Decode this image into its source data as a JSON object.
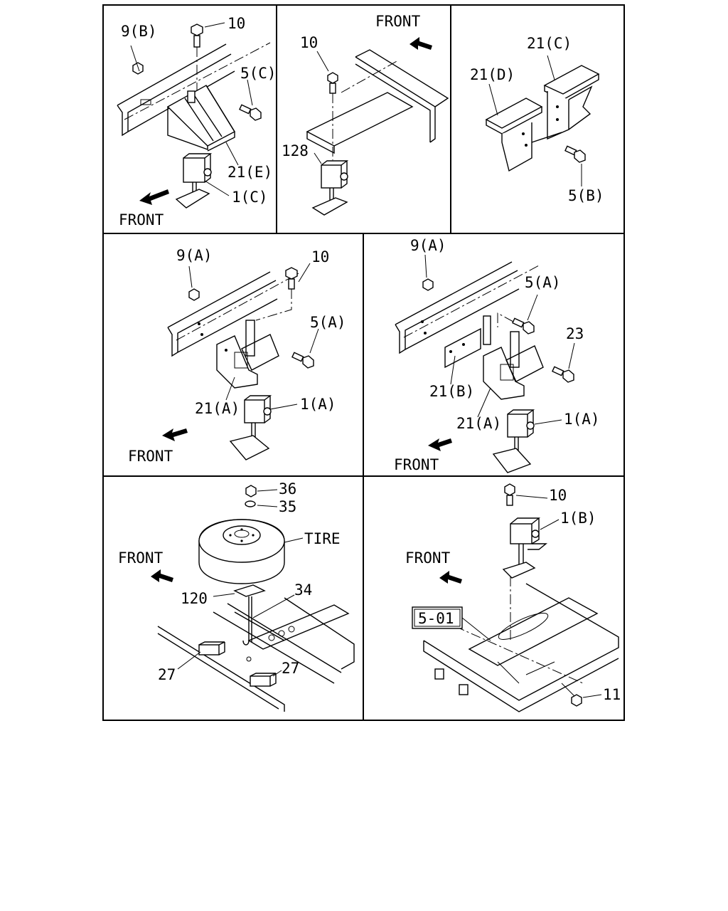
{
  "panels": {
    "p1": {
      "labels": {
        "nut": "9(B)",
        "bolt": "10",
        "bolt_side": "5(C)",
        "bracket": "21(E)",
        "hanger": "1(C)",
        "front": "FRONT"
      }
    },
    "p2": {
      "labels": {
        "front": "FRONT",
        "bolt": "10",
        "hanger": "128"
      }
    },
    "p3": {
      "labels": {
        "bracket_c": "21(C)",
        "bracket_d": "21(D)",
        "bolt": "5(B)"
      }
    },
    "p4": {
      "labels": {
        "nut": "9(A)",
        "bolt": "10",
        "bolt_side": "5(A)",
        "bracket": "21(A)",
        "hanger": "1(A)",
        "front": "FRONT"
      }
    },
    "p5": {
      "labels": {
        "nut": "9(A)",
        "bolt_side": "5(A)",
        "bolt_extra": "23",
        "bracket_b": "21(B)",
        "bracket_a": "21(A)",
        "hanger": "1(A)",
        "front": "FRONT"
      }
    },
    "p6": {
      "labels": {
        "nut": "36",
        "washer": "35",
        "tire": "TIRE",
        "front": "FRONT",
        "plate": "120",
        "hook": "34",
        "stopper_left": "27",
        "stopper_right": "27"
      }
    },
    "p7": {
      "labels": {
        "bolt": "10",
        "hanger": "1(B)",
        "front": "FRONT",
        "ref": "5-01",
        "nut": "11"
      }
    }
  },
  "icons": [
    "front-arrow-icon",
    "bolt-icon",
    "nut-icon",
    "washer-icon",
    "tire-icon",
    "spare-tire-hanger-icon"
  ]
}
